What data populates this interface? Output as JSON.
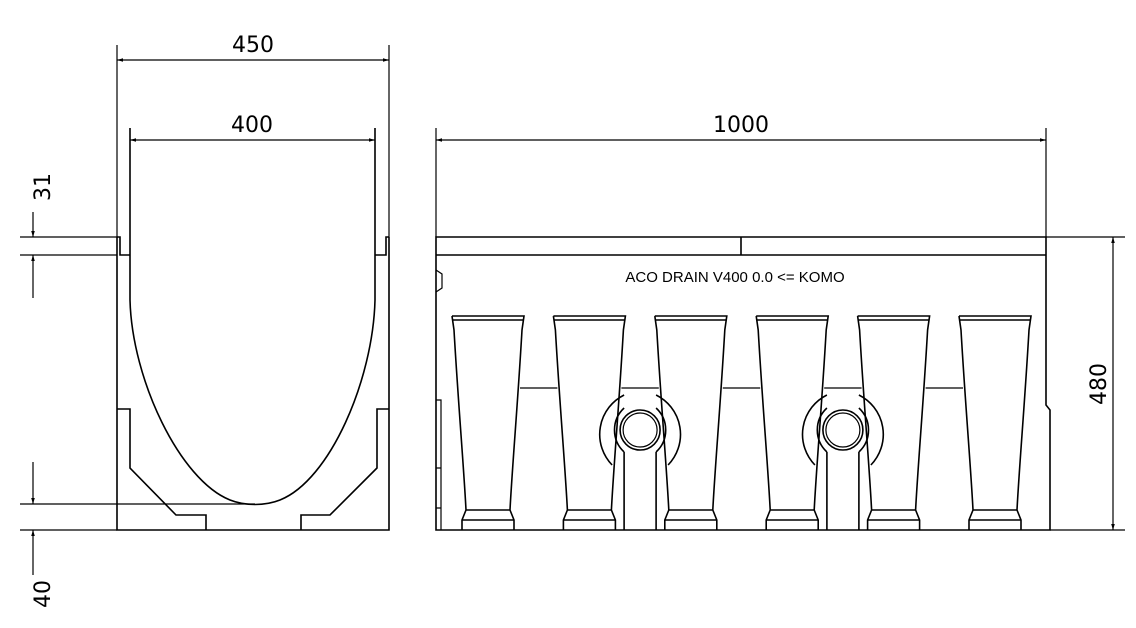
{
  "drawing": {
    "section_view": {
      "dim_outer_width": "450",
      "dim_inner_width": "400",
      "dim_rim_height": "31",
      "dim_base_thickness": "40"
    },
    "side_view": {
      "dim_length": "1000",
      "dim_height": "480",
      "marking": "ACO DRAIN V400 0.0 <= KOMO",
      "pocket_count": 6,
      "connection_holes": 2
    },
    "line_color": "#000000",
    "background": "#ffffff"
  }
}
